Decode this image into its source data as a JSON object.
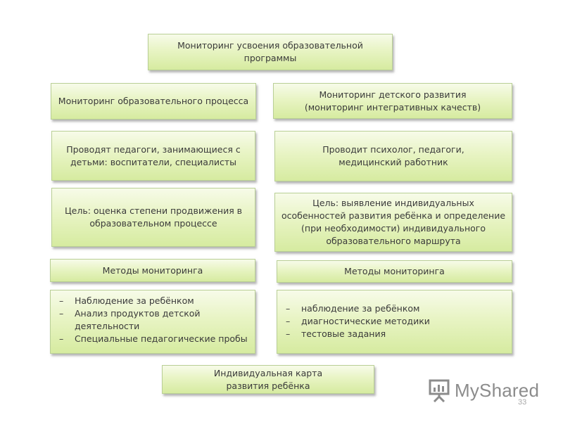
{
  "top": {
    "line1": "Мониторинг усвоения образовательной",
    "line2": "программы"
  },
  "left": {
    "process_title": "Мониторинг образовательного процесса",
    "conducted_by": {
      "line1": "Проводят педагоги, занимающиеся с",
      "line2": "детьми: воспитатели, специалисты"
    },
    "goal": {
      "line1": "Цель: оценка степени продвижения в",
      "line2": "образовательном процессе"
    },
    "methods_title": "Методы мониторинга",
    "methods_dash": "–",
    "methods": [
      "Наблюдение за ребёнком",
      "Анализ продуктов детской деятельности",
      "Специальные педагогические пробы"
    ]
  },
  "right": {
    "development_title": {
      "line1": "Мониторинг детского развития",
      "line2": "(мониторинг интегративных качеств)"
    },
    "conducted_by": {
      "line1": "Проводит психолог, педагоги,",
      "line2": "медицинский работник"
    },
    "goal": {
      "line1": "Цель: выявление индивидуальных",
      "line2": "особенностей развития ребёнка и определение",
      "line3": "(при необходимости) индивидуального",
      "line4": "образовательного маршрута"
    },
    "methods_title": "Методы мониторинга",
    "methods_dash": "–",
    "methods": [
      "наблюдение за ребёнком",
      "диагностические методики",
      "тестовые задания"
    ]
  },
  "bottom": {
    "line1": "Индивидуальная карта",
    "line2": "развития ребёнка"
  },
  "watermark": {
    "text": "MyShared"
  },
  "page_number": "33"
}
